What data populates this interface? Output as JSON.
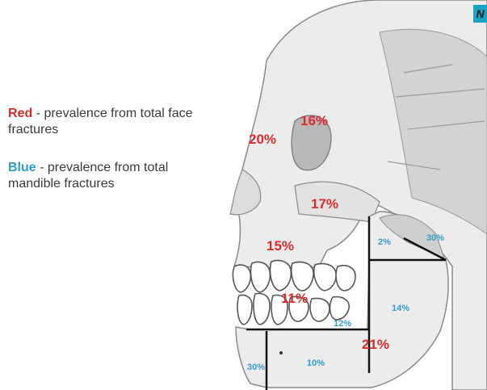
{
  "legend": {
    "red": {
      "keyword": "Red",
      "text": " - prevalence from total face fractures",
      "color": "#d62b2b"
    },
    "blue": {
      "keyword": "Blue",
      "text": " - prevalence from total mandible fractures",
      "color": "#2e9ccc"
    }
  },
  "corner_badge": "N",
  "face_fractures": [
    {
      "id": "frontal",
      "label": "20%"
    },
    {
      "id": "orbit",
      "label": "16%"
    },
    {
      "id": "zygoma",
      "label": "17%"
    },
    {
      "id": "maxilla",
      "label": "15%"
    },
    {
      "id": "alveolar",
      "label": "11%"
    },
    {
      "id": "mandible",
      "label": "21%"
    }
  ],
  "mandible_fractures": [
    {
      "id": "coronoid",
      "label": "2%"
    },
    {
      "id": "condyle",
      "label": "30%"
    },
    {
      "id": "ramus",
      "label": "14%"
    },
    {
      "id": "angle",
      "label": "12%"
    },
    {
      "id": "body",
      "label": "10%"
    },
    {
      "id": "symphysis",
      "label": "30%"
    }
  ],
  "colors": {
    "bone": "#e8e8e8",
    "bone_shadow": "#bdbdbd",
    "outline": "#7a7a7a",
    "badge": "#1ba3c4"
  }
}
